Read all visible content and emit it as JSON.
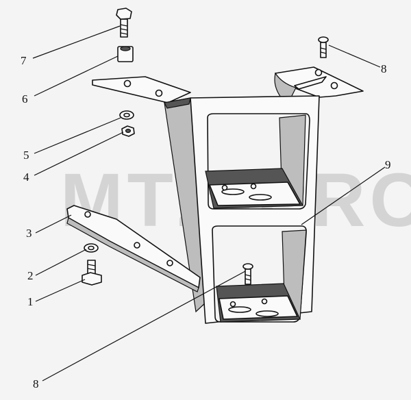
{
  "watermark": "MTZ-PRO",
  "callouts": [
    {
      "id": "c7",
      "label": "7"
    },
    {
      "id": "c6",
      "label": "6"
    },
    {
      "id": "c5",
      "label": "5"
    },
    {
      "id": "c4",
      "label": "4"
    },
    {
      "id": "c3",
      "label": "3"
    },
    {
      "id": "c2",
      "label": "2"
    },
    {
      "id": "c1",
      "label": "1"
    },
    {
      "id": "c8a",
      "label": "8"
    },
    {
      "id": "c8b",
      "label": "8"
    },
    {
      "id": "c9",
      "label": "9"
    }
  ]
}
